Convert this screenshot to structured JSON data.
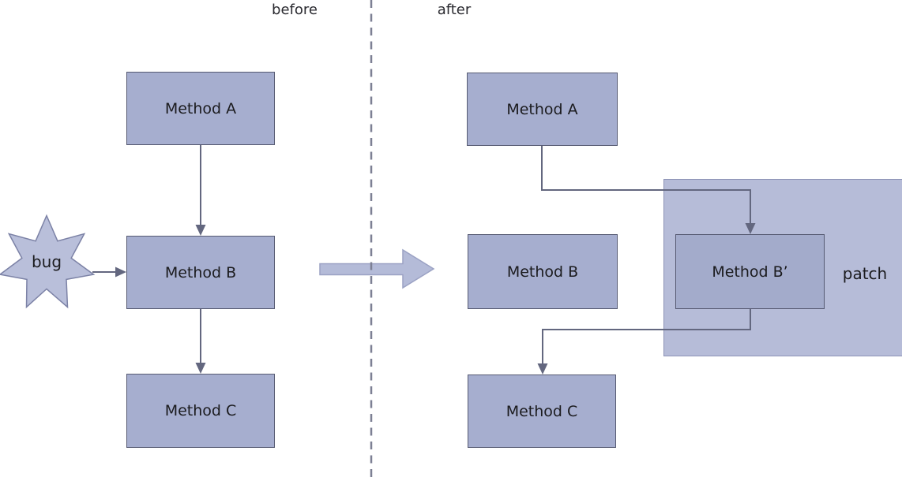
{
  "panels": {
    "before": {
      "label": "before",
      "method_a": "Method A",
      "method_b": "Method B",
      "method_c": "Method C",
      "bug": "bug"
    },
    "after": {
      "label": "after",
      "method_a": "Method A",
      "method_b": "Method B",
      "method_b_prime": "Method B’",
      "method_c": "Method C",
      "patch": "patch"
    }
  },
  "icons": {
    "bug_star": "seven-point-star",
    "transition_arrow": "right-block-arrow",
    "divider": "vertical-dashed-line"
  },
  "colors": {
    "box_fill": "#a6aecf",
    "box_border": "#565a72",
    "patch_fill": "#b6bcd8",
    "patch_border": "#8e94b6",
    "star_fill": "#b9bfda",
    "star_border": "#7c82a6",
    "connector": "#63677f",
    "divider": "#7d8094",
    "arrow_fill": "#b4bbd8",
    "arrow_border": "#9ba2c4",
    "text": "#1b1b1e"
  }
}
